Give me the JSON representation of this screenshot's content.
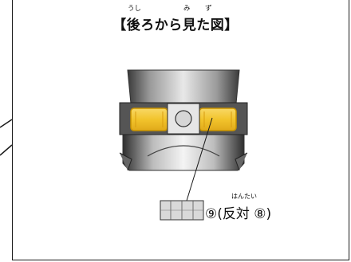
{
  "title": {
    "text": "【後ろから見た図】",
    "ruby_ushi": "うし",
    "ruby_mi": "み",
    "ruby_zu": "ず"
  },
  "callout": {
    "text": "⑨(反対 ⑧)",
    "ruby_hantai": "はんたい"
  },
  "colors": {
    "highlight_fill": "#f2c42c",
    "highlight_stroke": "#c99400",
    "line": "#1a1a1a"
  }
}
